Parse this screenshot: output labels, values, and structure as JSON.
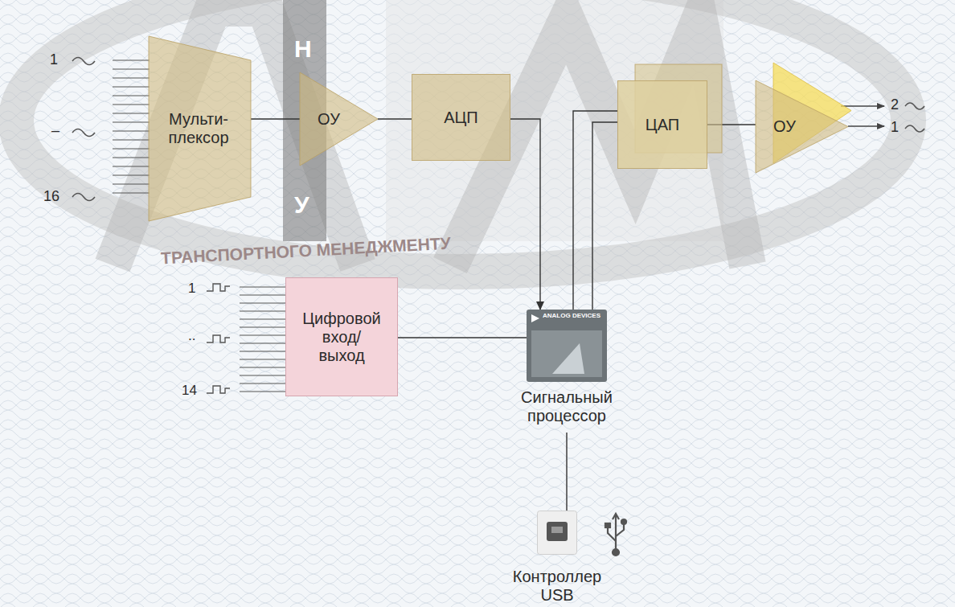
{
  "diagram": {
    "nodes": [
      {
        "text": [
          "Мульти- плексор"
        ]
      },
      {
        "text": [
          "ОУ"
        ]
      },
      {
        "text": [
          "АЦП"
        ]
      },
      {
        "text": [
          "ЦАП"
        ]
      },
      {
        "text": [
          "ОУ"
        ]
      },
      {
        "text": [
          "Цифровой вход/ выход"
        ]
      },
      {
        "text": [
          "Сигнальный процессор"
        ]
      },
      {
        "text": [
          "Контроллер USB"
        ]
      }
    ],
    "edges": [
      {
        "from": 0,
        "to": 1,
        "arrow": "none"
      },
      {
        "from": 1,
        "to": 2,
        "arrow": "none"
      },
      {
        "from": 2,
        "to": 6,
        "arrow": "to"
      },
      {
        "from": 6,
        "to": 3,
        "arrow": "none"
      },
      {
        "from": 6,
        "to": 3,
        "arrow": "none"
      },
      {
        "from": 3,
        "to": 4,
        "arrow": "none"
      },
      {
        "from": 5,
        "to": 6,
        "arrow": "none"
      },
      {
        "from": 6,
        "to": 7,
        "arrow": "none"
      }
    ],
    "labels": [
      "1",
      "–",
      "16",
      "1",
      "..",
      "14",
      "2",
      "1",
      "ТРАНСПОРТНОГО МЕНЕДЖМЕНТУ",
      "Н",
      "У",
      "ANALOG DEVICES"
    ]
  }
}
